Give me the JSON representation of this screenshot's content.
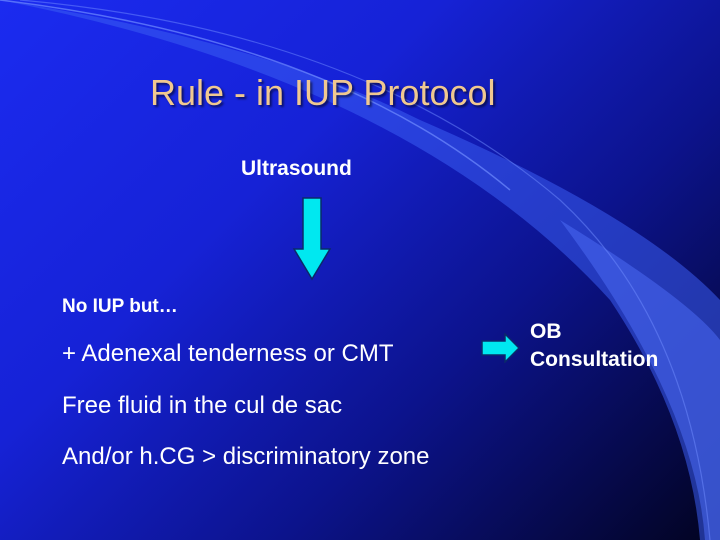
{
  "slide": {
    "title": "Rule - in IUP Protocol",
    "top_label": "Ultrasound",
    "subheading": "No IUP but…",
    "criteria": [
      "+ Adenexal tenderness or CMT",
      "Free fluid in the cul de sac",
      "And/or h.CG > discriminatory zone"
    ],
    "result_line1": "OB",
    "result_line2": "Consultation"
  },
  "colors": {
    "background_start": "#1b2bf0",
    "background_end": "#020320",
    "title": "#f0c890",
    "arrow_fill": "#00e8f0",
    "arrow_outline": "#0a2a6a",
    "swoosh": "#3a5cf2"
  },
  "icons": {
    "down_arrow": "arrow-down-icon",
    "right_arrow": "arrow-right-icon"
  }
}
